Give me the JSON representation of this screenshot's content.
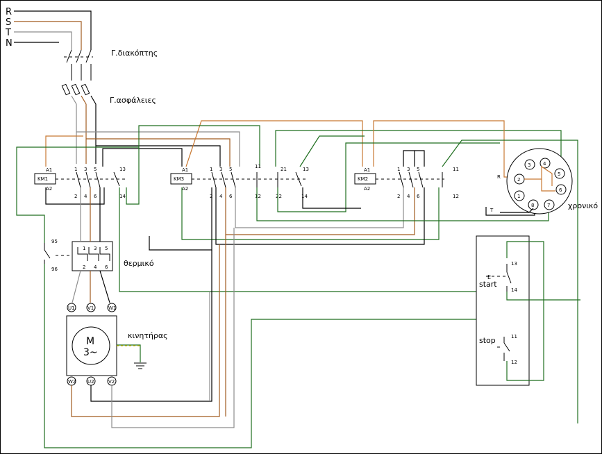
{
  "phases": {
    "r": "R",
    "s": "S",
    "t": "T",
    "n": "N"
  },
  "labels": {
    "main_switch": "Γ.διακόπτης",
    "fuses": "Γ.ασφάλειες",
    "thermal": "θερμικό",
    "motor": "κινητήρας",
    "timer": "χρονικό",
    "start": "start",
    "stop": "stop",
    "motor_letter": "M",
    "motor_phases": "3~",
    "timer_r": "R",
    "timer_t": "T",
    "start_e": "E"
  },
  "contactors": {
    "km1": {
      "name": "KM1",
      "a1": "A1",
      "a2": "A2"
    },
    "km2": {
      "name": "KM2",
      "a1": "A1",
      "a2": "A2"
    },
    "km3": {
      "name": "KM3",
      "a1": "A1",
      "a2": "A2"
    }
  },
  "terminals": {
    "km1_top": [
      "1",
      "3",
      "5",
      "13"
    ],
    "km1_bot": [
      "2",
      "4",
      "6",
      "14"
    ],
    "km3_top": [
      "1",
      "3",
      "5",
      "11",
      "21",
      "13"
    ],
    "km3_bot": [
      "2",
      "4",
      "6",
      "12",
      "22",
      "14"
    ],
    "km2_top": [
      "1",
      "3",
      "5",
      "11"
    ],
    "km2_bot": [
      "2",
      "4",
      "6",
      "12"
    ],
    "thermal_top": [
      "1",
      "3",
      "5"
    ],
    "thermal_bot": [
      "2",
      "4",
      "6"
    ],
    "thermal_nc": [
      "95",
      "96"
    ],
    "start_contacts": [
      "13",
      "14"
    ],
    "stop_contacts": [
      "11",
      "12"
    ],
    "timer_pins": [
      "1",
      "2",
      "3",
      "4",
      "5",
      "6",
      "7",
      "8"
    ],
    "motor_top": [
      "U1",
      "V1",
      "W1"
    ],
    "motor_bot": [
      "W2",
      "U2",
      "V2"
    ]
  }
}
